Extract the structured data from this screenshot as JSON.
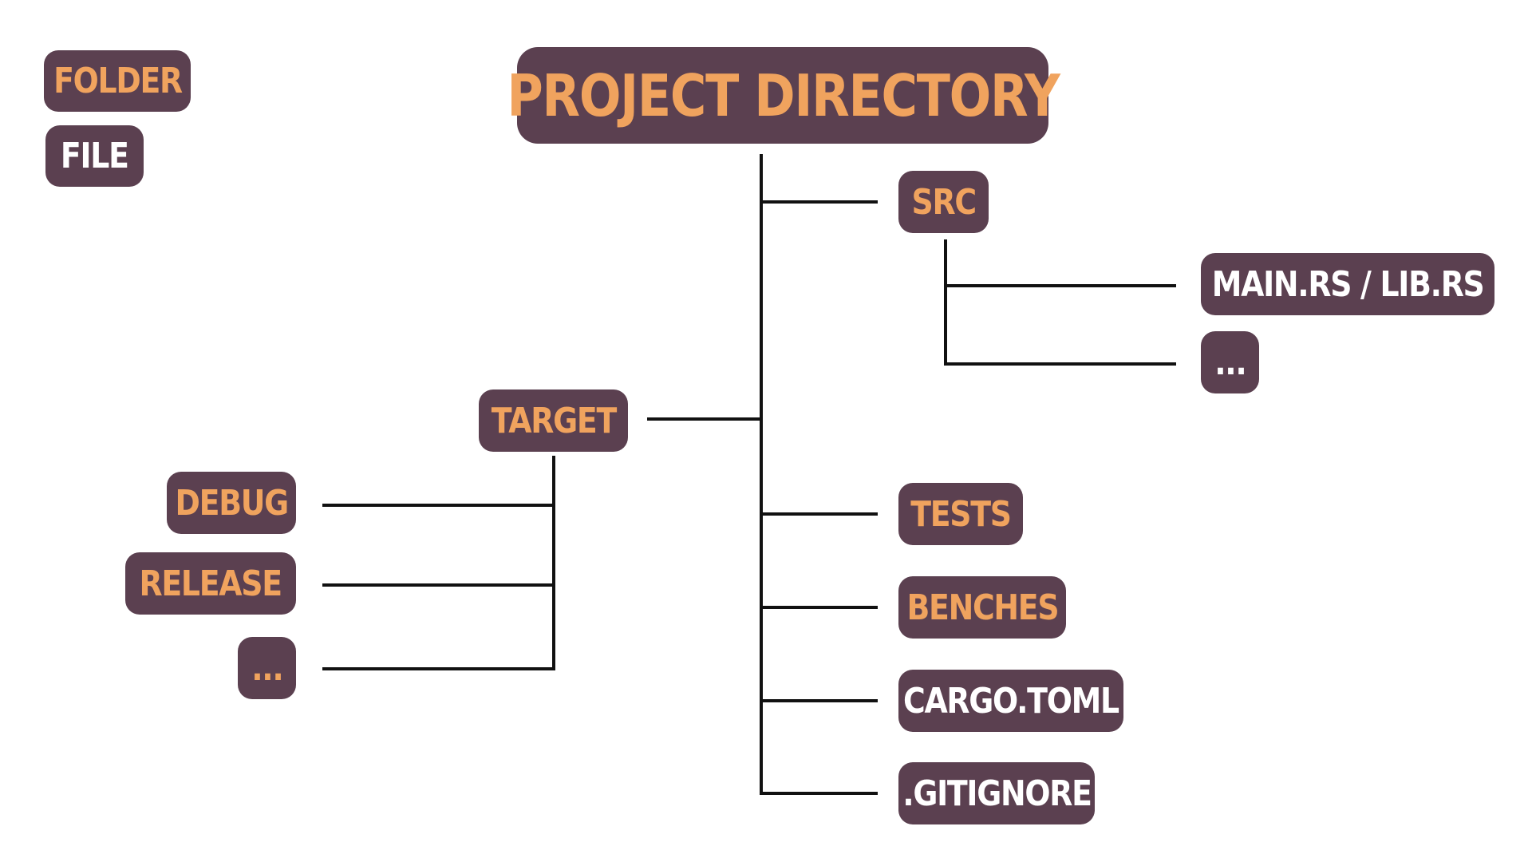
{
  "legend": {
    "folder": "FOLDER",
    "file": "FILE"
  },
  "root": "PROJECT DIRECTORY",
  "src": {
    "label": "SRC",
    "children": [
      "MAIN.RS / LIB.RS",
      "..."
    ]
  },
  "target": {
    "label": "TARGET",
    "children": [
      "DEBUG",
      "RELEASE",
      "..."
    ]
  },
  "root_children": {
    "tests": "TESTS",
    "benches": "BENCHES",
    "cargo": "CARGO.TOML",
    "gitignore": ".GITIGNORE"
  },
  "colors": {
    "node_background": "#5b4050",
    "folder_text": "#f0a35e",
    "file_text": "#ffffff",
    "connector": "#111111"
  }
}
